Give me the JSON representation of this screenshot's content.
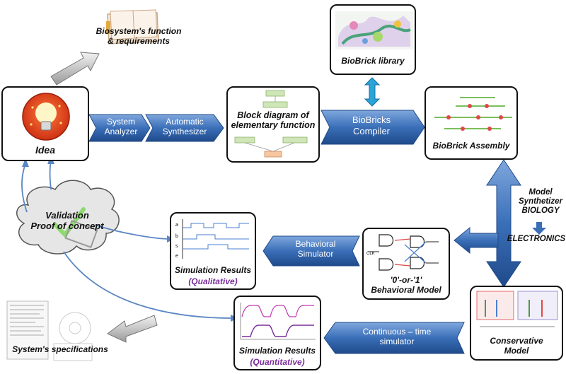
{
  "labels": {
    "biosystem": "Biosystem's function\n& requirements",
    "biobrick_library": "BioBrick library",
    "idea": "Idea",
    "block_diagram": "Block diagram of\nelementary function",
    "biobrick_assembly": "BioBrick Assembly",
    "validation": "Validation\nProof of concept",
    "sim_qual_title": "Simulation Results",
    "sim_qual_sub": "(Qualitative)",
    "behavioral_model": "'0'-or-'1'\nBehavioral Model",
    "conservative_model": "Conservative\nModel",
    "sim_quant_title": "Simulation Results",
    "sim_quant_sub": "(Quantitative)",
    "system_specs": "System's specifications",
    "model_synth": "Model\nSynthetizer\nBIOLOGY",
    "electronics": "ELECTRONICS"
  },
  "arrows": {
    "system_analyzer": "System\nAnalyzer",
    "automatic_synthesizer": "Automatic\nSynthesizer",
    "biobricks_compiler": "BioBricks\nCompiler",
    "behavioral_simulator": "Behavioral\nSimulator",
    "continuous_simulator": "Continuous – time\nsimulator"
  },
  "colors": {
    "arrow_blue": "#3a6fb8",
    "arrow_dark": "#1f4a8a",
    "bulb_red": "#e33b1c",
    "accent_purple": "#7a2e9b"
  }
}
